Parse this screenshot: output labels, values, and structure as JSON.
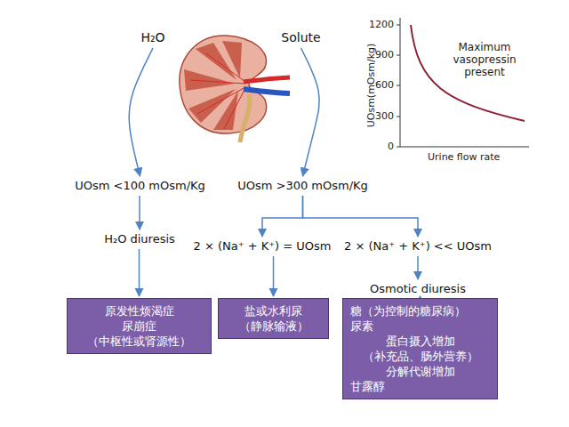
{
  "diagram": {
    "nodes": [
      {
        "text": [
          "H₂O"
        ]
      },
      {
        "text": [
          "Solute"
        ]
      },
      {
        "text": [
          "UOsm <100 mOsm/Kg"
        ]
      },
      {
        "text": [
          "UOsm >300 mOsm/Kg"
        ]
      },
      {
        "text": [
          "H₂O diuresis"
        ]
      },
      {
        "text": [
          "2 × (Na⁺ + K⁺) = UOsm"
        ]
      },
      {
        "text": [
          "2 × (Na⁺ + K⁺) << UOsm"
        ]
      },
      {
        "text": [
          "Osmotic diuresis"
        ]
      },
      {
        "text": [
          "原发性烦渴症",
          "尿崩症",
          "（中枢性或肾源性）"
        ]
      },
      {
        "text": [
          "盐或水利尿",
          "（静脉输液）"
        ]
      },
      {
        "text": [
          "糖（为控制的糖尿病）",
          "尿素",
          "蛋白摄入增加",
          "（补充品、肠外营养）",
          "分解代谢增加",
          "甘露醇"
        ]
      }
    ],
    "edges": [
      {
        "from": 0,
        "to": 2,
        "arrow": "to"
      },
      {
        "from": 1,
        "to": 3,
        "arrow": "to"
      },
      {
        "from": 2,
        "to": 4,
        "arrow": "to"
      },
      {
        "from": 4,
        "to": 8,
        "arrow": "to"
      },
      {
        "from": 3,
        "to": 5,
        "arrow": "to"
      },
      {
        "from": 3,
        "to": 6,
        "arrow": "to"
      },
      {
        "from": 5,
        "to": 9,
        "arrow": "to"
      },
      {
        "from": 6,
        "to": 7,
        "arrow": "to"
      },
      {
        "from": 7,
        "to": 10,
        "arrow": "to"
      }
    ],
    "labels": [
      "1200",
      "900",
      "600",
      "300",
      "0",
      "UOsm(mOsm/kg)",
      "Urine flow rate",
      "Maximum vasopressin present"
    ]
  }
}
